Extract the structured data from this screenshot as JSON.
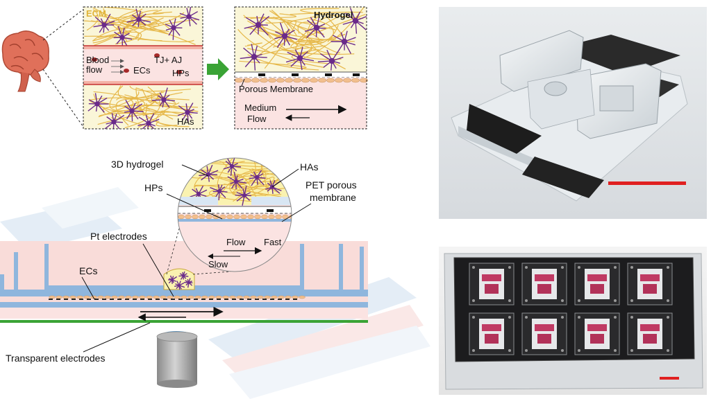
{
  "labels": {
    "ecm": "ECM",
    "blood_flow_1": "Blood",
    "blood_flow_2": "flow",
    "tj_aj": "TJ+ AJ",
    "ecs_top": "ECs",
    "hps_top": "HPs",
    "has_top": "HAs",
    "hydrogel": "Hydrogel",
    "porous_membrane": "Porous Membrane",
    "medium_1": "Medium",
    "medium_2": "Flow",
    "hydrogel_3d": "3D hydrogel",
    "has_mid": "HAs",
    "hps_mid": "HPs",
    "pet_1": "PET porous",
    "pet_2": "membrane",
    "pt_electrodes": "Pt electrodes",
    "flow": "Flow",
    "fast": "Fast",
    "slow": "Slow",
    "ecs_bottom": "ECs",
    "transparent_electrodes": "Transparent electrodes"
  },
  "colors": {
    "accent_green": "#3aa335",
    "scale_bar": "#e02020",
    "ecm_fiber": "#e6b84a",
    "astrocyte": "#6a2a8a",
    "medium_pink": "#fbe3e2",
    "channel_blue": "#8fb6dd"
  }
}
